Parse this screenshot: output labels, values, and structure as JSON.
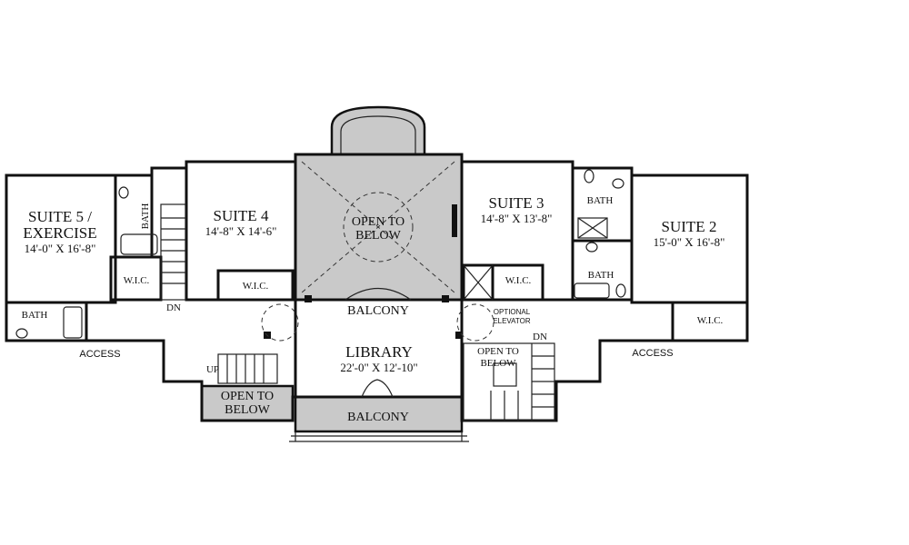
{
  "rooms": {
    "suite5": {
      "name_line1": "SUITE 5 /",
      "name_line2": "EXERCISE",
      "dims": "14'-0\" X 16'-8\""
    },
    "suite4": {
      "name": "SUITE 4",
      "dims": "14'-8\" X 14'-6\""
    },
    "suite3": {
      "name": "SUITE 3",
      "dims": "14'-8\" X 13'-8\""
    },
    "suite2": {
      "name": "SUITE 2",
      "dims": "15'-0\" X 16'-8\""
    },
    "library": {
      "name": "LIBRARY",
      "dims": "22'-0\" X 12'-10\""
    },
    "open_center": {
      "line1": "OPEN TO",
      "line2": "BELOW"
    },
    "open_left": {
      "line1": "OPEN TO",
      "line2": "BELOW"
    },
    "open_right": {
      "line1": "OPEN TO",
      "line2": "BELOW"
    },
    "balcony_upper": "BALCONY",
    "balcony_lower": "BALCONY",
    "bath_suite5": "BATH",
    "bath_left_vertical": "BATH",
    "bath_suite3": "BATH",
    "bath_suite2": "BATH",
    "wic_suite5": "W.I.C.",
    "wic_suite4": "W.I.C.",
    "wic_suite3": "W.I.C.",
    "wic_suite2": "W.I.C.",
    "elevator_line1": "OPTIONAL",
    "elevator_line2": "ELEVATOR",
    "stair_dn_left": "DN",
    "stair_up_left": "UP",
    "stair_dn_right": "DN",
    "access_left": "ACCESS",
    "access_right": "ACCESS"
  },
  "colors": {
    "wall": "#111111",
    "shade": "#c9c9c9",
    "background": "#ffffff"
  }
}
